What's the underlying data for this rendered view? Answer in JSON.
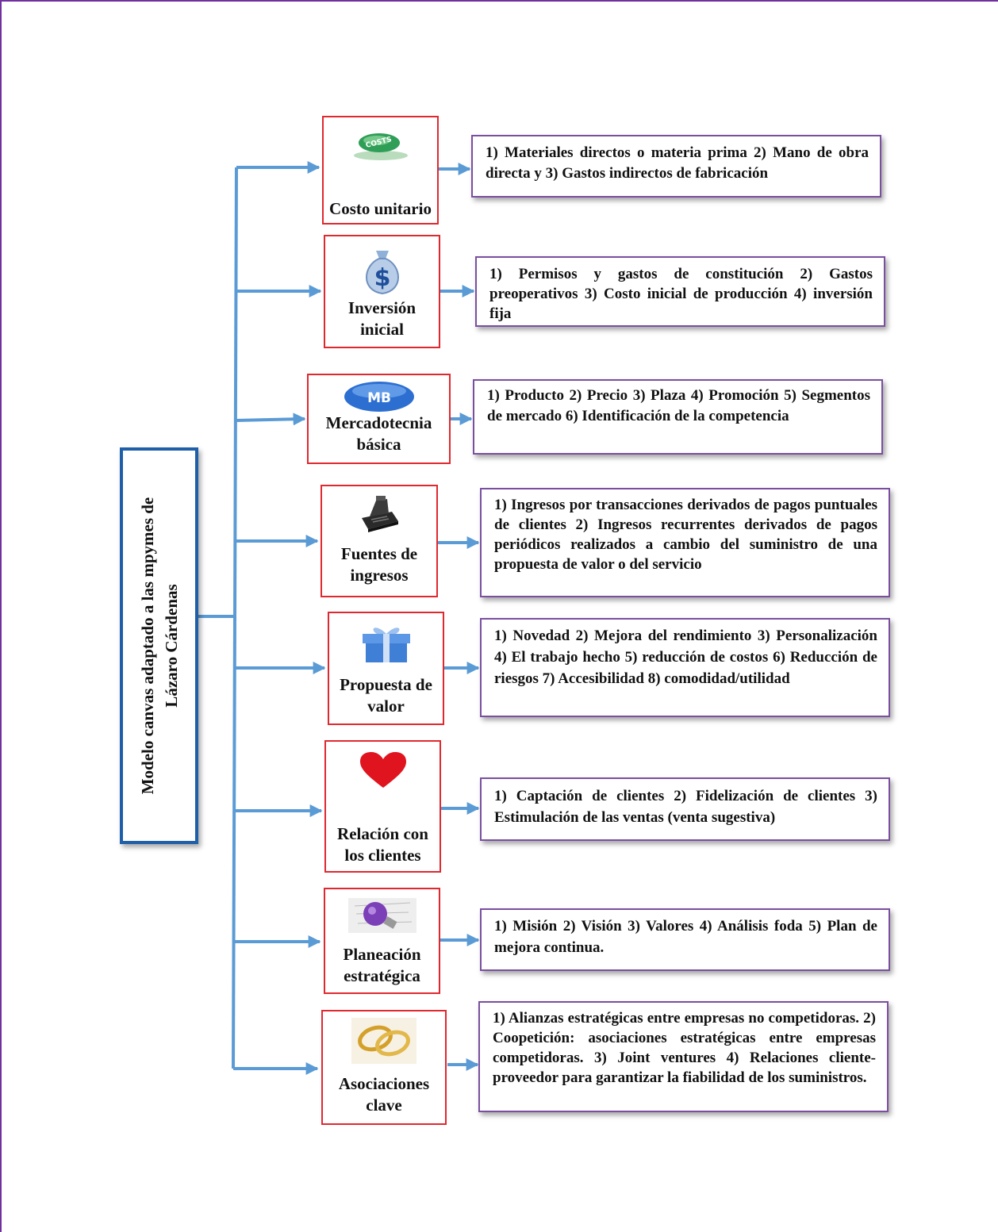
{
  "root": {
    "label": "Modelo canvas adaptado a las mpymes de Lázaro Cárdenas"
  },
  "categories": [
    {
      "label": "Costo unitario",
      "icon": "costs-icon",
      "icon_text": "COSTS",
      "description": "1) Materiales directos o materia prima 2) Mano de obra directa y 3) Gastos indirectos de fabricación"
    },
    {
      "label": "Inversión inicial",
      "icon": "money-bag-icon",
      "icon_text": "$",
      "description": "1) Permisos y gastos de constitución 2) Gastos preoperativos 3) Costo inicial de producción 4) inversión fija"
    },
    {
      "label": "Mercadotecnia básica",
      "icon": "mb-oval-icon",
      "icon_text": "MB",
      "description": "1) Producto 2) Precio 3) Plaza 4) Promoción 5) Segmentos de mercado 6) Identificación de la competencia"
    },
    {
      "label": "Fuentes de ingresos",
      "icon": "cash-register-icon",
      "description": "1) Ingresos por transacciones derivados de pagos puntuales de clientes 2) Ingresos recurrentes derivados de pagos periódicos realizados a cambio del suministro de una propuesta de valor o del servicio"
    },
    {
      "label": "Propuesta de valor",
      "icon": "gift-icon",
      "description": "1) Novedad 2) Mejora del rendimiento 3) Personalización 4) El trabajo hecho 5) reducción de costos 6) Reducción de riesgos 7) Accesibilidad 8) comodidad/utilidad"
    },
    {
      "label": "Relación con los clientes",
      "icon": "heart-icon",
      "description": "1) Captación de clientes 2) Fidelización de clientes 3) Estimulación de las ventas (venta sugestiva)"
    },
    {
      "label": "Planeación estratégica",
      "icon": "lightbulb-icon",
      "description": "1) Misión 2) Visión 3) Valores 4) Análisis foda 5) Plan de mejora continua."
    },
    {
      "label": "Asociaciones clave",
      "icon": "wedding-rings-icon",
      "description": "1) Alianzas estratégicas entre empresas no competidoras. 2) Coopetición: asociaciones estratégicas entre empresas competidoras. 3) Joint ventures 4) Relaciones cliente-proveedor para garantizar la fiabilidad de los suministros."
    }
  ],
  "colors": {
    "connector": "#5b9bd5",
    "category_border": "#e0282f",
    "description_border": "#7a4fa0",
    "root_border": "#1f5fa8",
    "page_border": "#7030a0"
  }
}
